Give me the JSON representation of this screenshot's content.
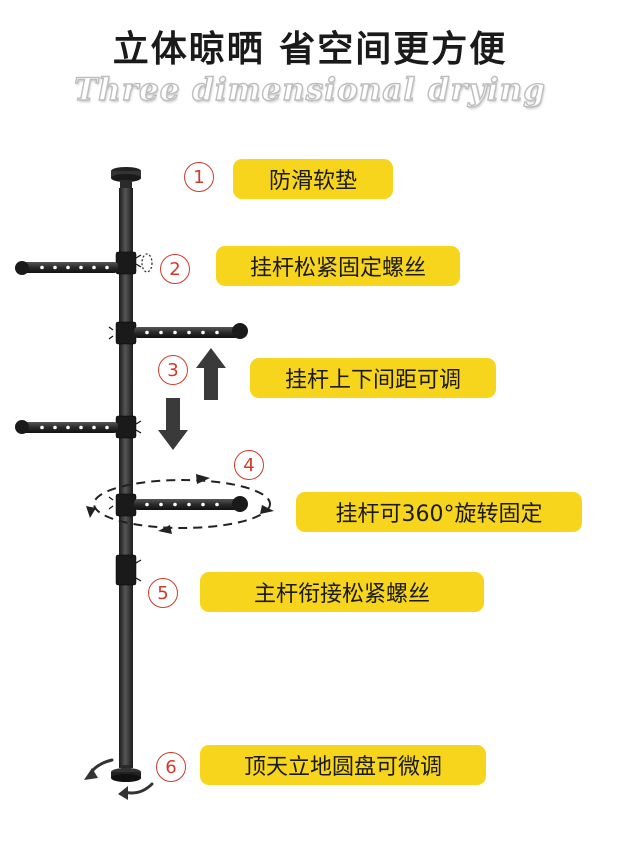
{
  "page": {
    "title": "立体晾晒  省空间更方便",
    "subtitle": "Three dimensional drying"
  },
  "colors": {
    "label_bg": "#f7d51c",
    "number_circle": "#d03a2a",
    "pole": "#2a2a2a"
  },
  "features": [
    {
      "number": "1",
      "text": "防滑软垫"
    },
    {
      "number": "2",
      "text": "挂杆松紧固定螺丝"
    },
    {
      "number": "3",
      "text": "挂杆上下间距可调"
    },
    {
      "number": "4",
      "text": "挂杆可360°旋转固定"
    },
    {
      "number": "5",
      "text": "主杆衔接松紧螺丝"
    },
    {
      "number": "6",
      "text": "顶天立地圆盘可微调"
    }
  ]
}
